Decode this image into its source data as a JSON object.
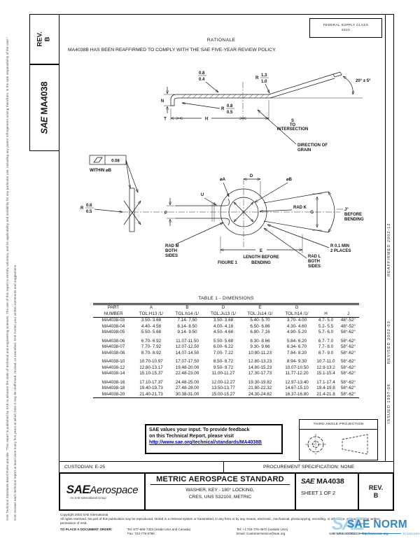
{
  "margins": {
    "left_note1": "SAE Technical Standards Board Rules provide: \"This report is published by SAE to advance the state of technical and engineering sciences. The use of this report is entirely voluntary, and its applicability and suitability for any particular use, including any patent infringement arising therefrom, is the sole responsibility of the user.\"",
    "left_note2": "SAE reviews each technical report at least once every five years at which time it may be reaffirmed, revised, or cancelled. SAE invites your written comments and suggestions.",
    "rev_label": "REV.",
    "rev_value": "B",
    "side_sae": "SAE",
    "side_doc": "MA4038",
    "reaffirmed": "REAFFIRMED 2002-12",
    "revised": "REVISED 2002-03",
    "issued": "ISSUED 1997-06"
  },
  "header": {
    "fsc1": "FEDERAL SUPPLY CLASS",
    "fsc2": "5310",
    "rationale_title": "RATIONALE",
    "rationale_text": "MA4038B HAS BEEN REAFFIRMED TO COMPLY WITH THE SAE FIVE-YEAR REVIEW POLICY."
  },
  "drawing": {
    "labels": {
      "lim1_top": "0.8",
      "lim1_bot": "0.4",
      "r1_pre": "R",
      "r1_top": "1.3",
      "r1_bot": "1.0",
      "angle": "20° ± 5°",
      "n": "N",
      "r2_pre": "R",
      "r2_top": "0.8",
      "r2_bot": "0.5",
      "t": "T",
      "h": "H",
      "s": "S",
      "to": "TO",
      "intersection": "INTERSECTION",
      "grain1": "DIRECTION OF",
      "grain2": "GRAIN",
      "flat_tol": "0.08",
      "flat_within": "WITHIN ⌀B",
      "r3_pre": "R",
      "r3_top": "0.8",
      "r3_bot": "0.5",
      "p": "P",
      "u": "U",
      "dia_a": "⌀A",
      "dia_b": "⌀B",
      "d": "D",
      "rad_k": "RAD K",
      "g": "G",
      "j": "J°",
      "before": "BEFORE",
      "bending": "BENDING",
      "rmin1": "R 0.1 MIN",
      "rmin2": "2 PLACES",
      "radl1": "RAD L",
      "radl2": "BOTH",
      "radl3": "SIDES",
      "radm1": "RAD M",
      "radm2": "BOTH",
      "radm3": "SIDES",
      "e": "E",
      "len1": "LENGTH BEFORE",
      "len2": "BENDING",
      "figure": "FIGURE 1"
    }
  },
  "table": {
    "title": "TABLE 1 - DIMENSIONS",
    "header_top": [
      "PART",
      "A",
      "B",
      "D",
      "E",
      "G",
      "",
      ""
    ],
    "header_bottom": [
      "NUMBER",
      "TOL:H13 /1/",
      "TOL:h14 /1/",
      "TOL:Js13 /1/",
      "TOL:Js14 /1/",
      "TOL:h14 /1/",
      "H",
      "J"
    ],
    "groups": [
      [
        [
          "MA4038-03",
          "3.50- 3.68",
          "7.14- 7.50",
          "3.50- 3.68",
          "5.40- 5.70",
          "3.70- 4.00",
          "4.7- 5.0",
          "48°-52°"
        ],
        [
          "MA4038-04",
          "4.40- 4.58",
          "8.14- 8.50",
          "4.00- 4.18",
          "6.50- 6.86",
          "4.30- 4.60",
          "5.2- 5.5",
          "48°-52°"
        ],
        [
          "MA4038-05",
          "5.50- 5.68",
          "9.14- 9.50",
          "4.50- 4.68",
          "6.80- 7.16",
          "4.90- 5.20",
          "5.7- 6.0",
          "58°-62°"
        ]
      ],
      [
        [
          "MA4038-06",
          "6.70- 6.92",
          "11.07-11.50",
          "5.50- 5.68",
          "8.30- 8.66",
          "5.84- 6.20",
          "6.7- 7.0",
          "58°-62°"
        ],
        [
          "MA4038-07",
          "7.70- 7.92",
          "12.07-12.50",
          "6.00- 6.22",
          "9.30- 9.66",
          "6.34- 6.70",
          "7.7- 8.0",
          "58°-62°"
        ],
        [
          "MA4038-08",
          "8.70- 8.92",
          "14.07-14.50",
          "7.00- 7.22",
          "10.80-11.23",
          "7.84- 8.20",
          "8.7- 9.0",
          "58°-62°"
        ]
      ],
      [
        [
          "MA4038-10",
          "10.70-10.97",
          "17.07-17.50",
          "8.50- 8.72",
          "12.80-13.23",
          "8.94- 9.30",
          "10.7-11.0",
          "58°-62°"
        ],
        [
          "MA4038-12",
          "12.80-13.17",
          "19.48-20.00",
          "9.50- 9.72",
          "14.80-15.23",
          "10.07-10.50",
          "12.9-13.2",
          "58°-62°"
        ],
        [
          "MA4038-14",
          "15.10-15.37",
          "22.48-23.00",
          "11.00-11.27",
          "17.30-17.73",
          "11.77-12.20",
          "15.1-15.4",
          "58°-62°"
        ]
      ],
      [
        [
          "MA4038-16",
          "17.10-17.37",
          "24.48-25.00",
          "12.00-12.27",
          "19.30-19.82",
          "12.97-13.40",
          "17.1-17.4",
          "58°-62°"
        ],
        [
          "MA4038-18",
          "19.40-19.73",
          "27.48-28.00",
          "13.50-13.77",
          "21.80-22.32",
          "14.67-15.10",
          "19.4-19.8",
          "58°-62°"
        ],
        [
          "MA4038-20",
          "21.40-21.73",
          "30.38-31.00",
          "15.00-15.27",
          "24.30-24.82",
          "16.37-16.80",
          "21.4-21.8",
          "58°-62°"
        ]
      ]
    ]
  },
  "feedback": {
    "line1": "SAE values your input. To provide feedback",
    "line2": "on this Technical Report, please visit",
    "link": "http://www.sae.org/technical/standards/MA4038B"
  },
  "projection": {
    "title": "THIRD ANGLE PROJECTION"
  },
  "footer": {
    "custodian": "CUSTODIAN: E-25",
    "procurement": "PROCUREMENT SPECIFICATION: NONE",
    "logo_sae": "SAE",
    "logo_aero": "Aerospace",
    "logo_tag": "An SAE International Group",
    "standard_title": "METRIC AEROSPACE STANDARD",
    "subject1": "WASHER, KEY - 180° LOCKING,",
    "subject2": "CRES, UNS S32100, METRIC",
    "doc_sae": "SAE",
    "doc_number": "MA4038",
    "sheet": "SHEET 1 OF 2",
    "rev_label": "REV.",
    "rev_value": "B"
  },
  "fine_print": {
    "copyright": "Copyright 2002 SAE International",
    "rights": "All rights reserved. No part of this publication may be reproduced, stored in a retrieval system or transmitted, in any form or by any means, electronic, mechanical, photocopying, recording, or otherwise, without the prior written permission of SAE.",
    "order_label": "TO PLACE A DOCUMENT ORDER:",
    "tel1": "Tel: 877-606-7323 (inside USA and Canada)",
    "tel2": "Tel: +1 724-776-4970 (outside USA)",
    "fax": "Fax: 724-776-0790",
    "email": "Email: CustomerService@sae.org",
    "web": "SAE WEB ADDRESS: http://www.sae.org"
  },
  "watermark": {
    "sae": "SAE",
    "norm": "SAE NORM",
    "intl": "INTERNATIONAL",
    "std": "STANDARD"
  },
  "colors": {
    "link": "#0000bb",
    "watermark_light": "#a9d4ee",
    "watermark_blue": "#3287c1"
  }
}
